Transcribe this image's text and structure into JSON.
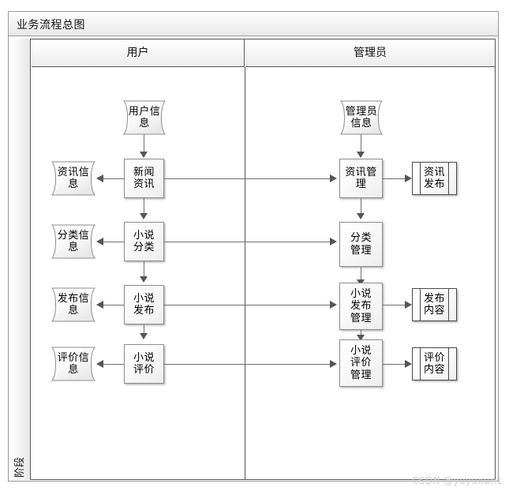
{
  "diagram": {
    "title": "业务流程总图",
    "phase_label": "阶段",
    "lanes": [
      {
        "id": "user",
        "label": "用户"
      },
      {
        "id": "admin",
        "label": "管理员"
      }
    ],
    "watermark": "CSDN @yuyuxun1",
    "colors": {
      "frame_border": "#9a9a9a",
      "lane_border": "#565656",
      "node_border": "#8d8d8d",
      "predef_border": "#4a4a4a",
      "connector": "#6f6f6f",
      "arrow": "#555555",
      "watermark": "#cfcfcf"
    },
    "nodes": {
      "user_info": {
        "label": "用户信息",
        "shape": "document"
      },
      "news_info": {
        "label": "新闻资讯",
        "shape": "process"
      },
      "novel_category": {
        "label": "小说分类",
        "shape": "process"
      },
      "novel_publish": {
        "label": "小说发布",
        "shape": "process"
      },
      "novel_review": {
        "label": "小说评价",
        "shape": "process"
      },
      "doc_news": {
        "label": "资讯信息",
        "shape": "document"
      },
      "doc_category": {
        "label": "分类信息",
        "shape": "document"
      },
      "doc_publish": {
        "label": "发布信息",
        "shape": "document"
      },
      "doc_review": {
        "label": "评价信息",
        "shape": "document"
      },
      "admin_info": {
        "label": "管理员信息",
        "shape": "document"
      },
      "news_manage": {
        "label": "资讯管理",
        "shape": "process"
      },
      "category_manage": {
        "label": "分类管理",
        "shape": "process"
      },
      "publish_manage": {
        "label": "小说发布管理",
        "shape": "process"
      },
      "review_manage": {
        "label": "小说评价管理",
        "shape": "process"
      },
      "out_news": {
        "label": "资讯发布",
        "shape": "predefined-process"
      },
      "out_publish": {
        "label": "发布内容",
        "shape": "predefined-process"
      },
      "out_review": {
        "label": "评价内容",
        "shape": "predefined-process"
      }
    }
  }
}
